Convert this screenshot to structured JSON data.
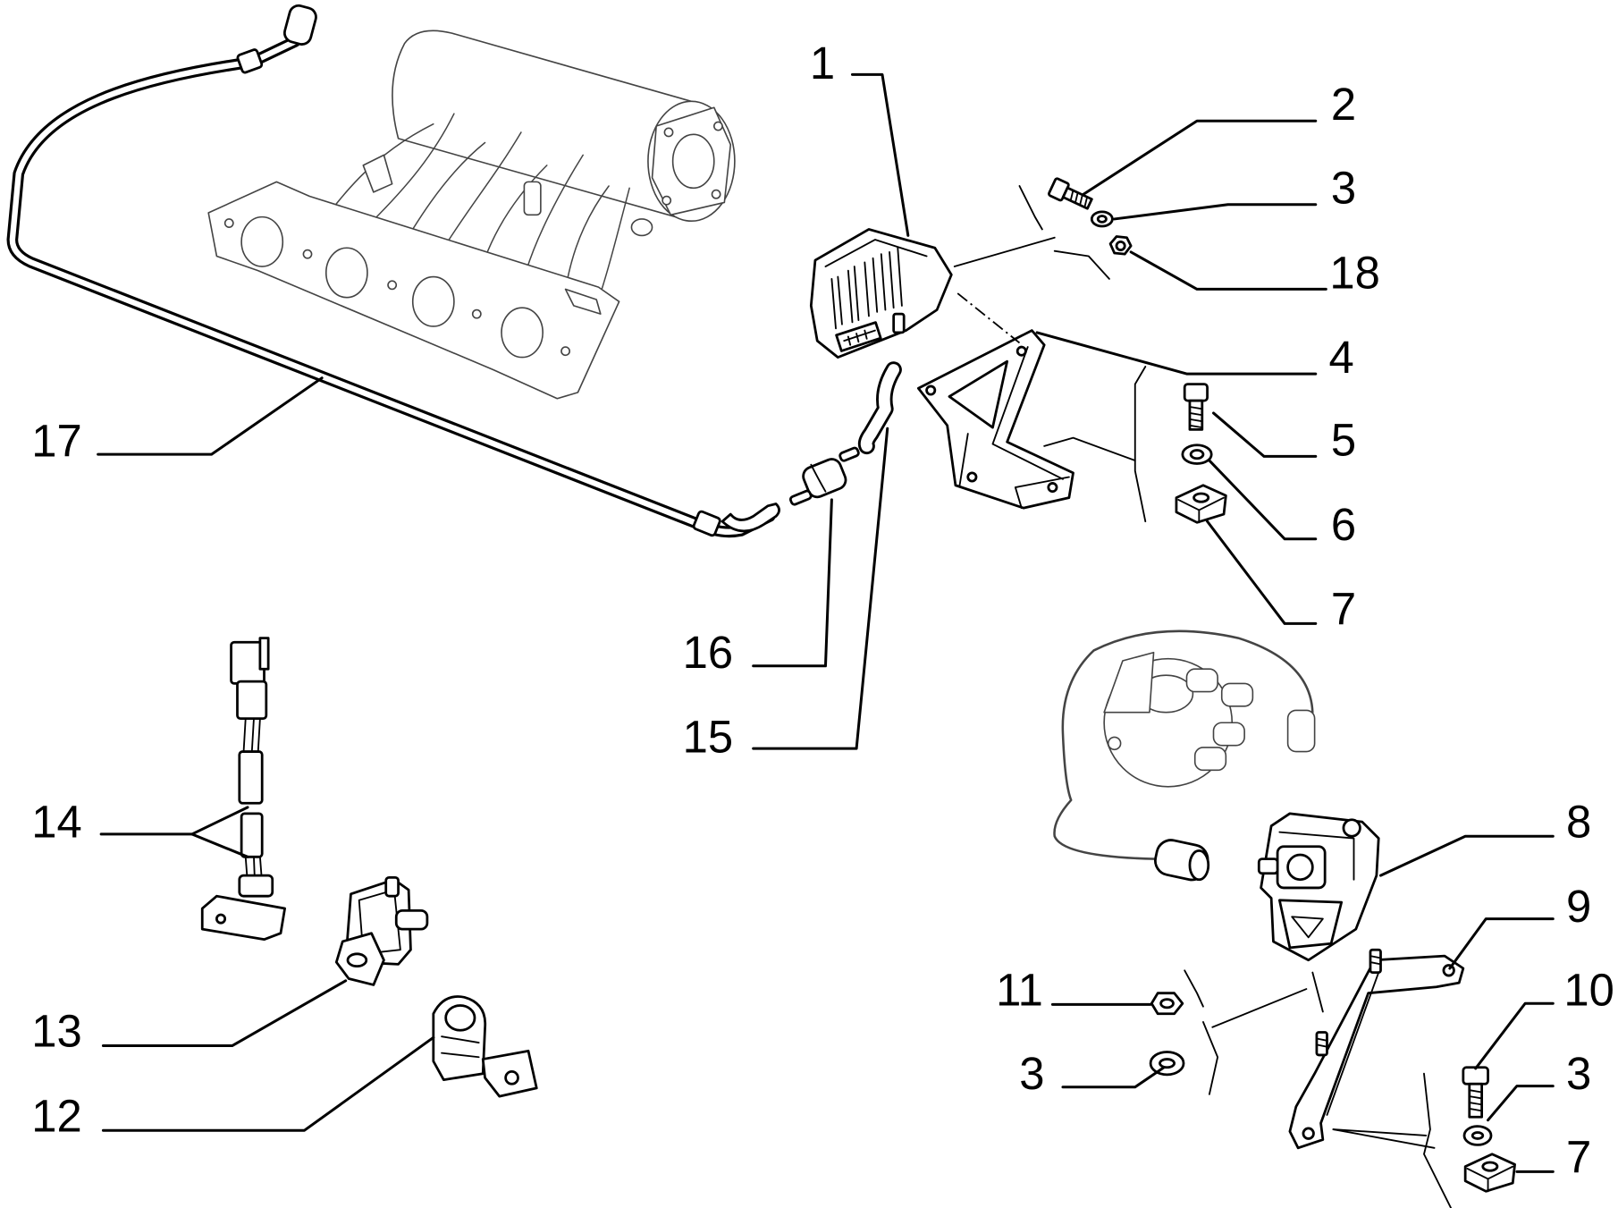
{
  "callouts": [
    "1",
    "2",
    "3",
    "18",
    "4",
    "5",
    "6",
    "7",
    "16",
    "15",
    "17",
    "14",
    "13",
    "12",
    "8",
    "9",
    "10",
    "11",
    "3",
    "3",
    "7"
  ]
}
